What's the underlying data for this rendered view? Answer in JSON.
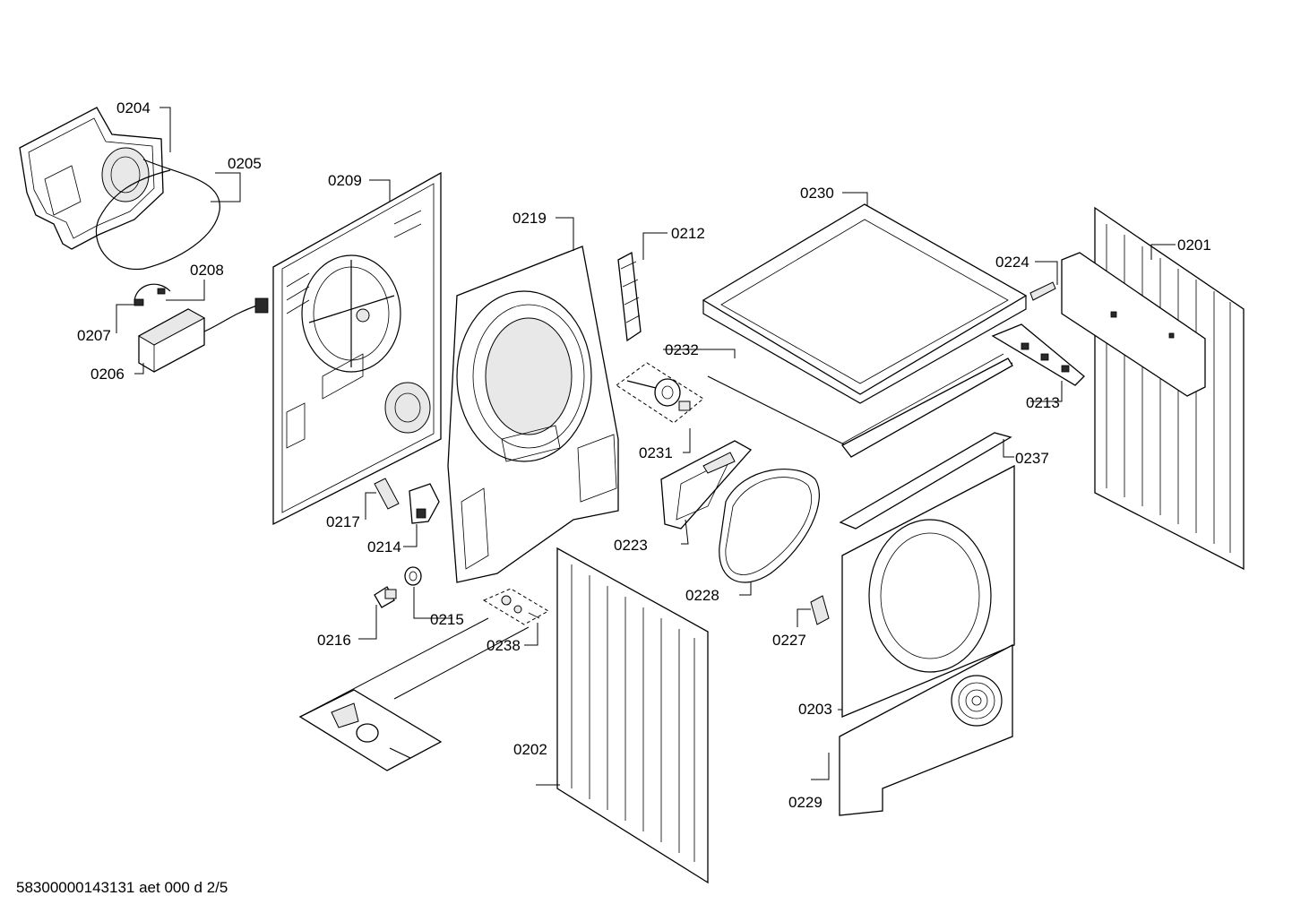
{
  "diagram": {
    "part_labels": {
      "p0201": "0201",
      "p0202": "0202",
      "p0203": "0203",
      "p0204": "0204",
      "p0205": "0205",
      "p0206": "0206",
      "p0207": "0207",
      "p0208": "0208",
      "p0209": "0209",
      "p0212": "0212",
      "p0213": "0213",
      "p0214": "0214",
      "p0215": "0215",
      "p0216": "0216",
      "p0217": "0217",
      "p0219": "0219",
      "p0223": "0223",
      "p0224": "0224",
      "p0227": "0227",
      "p0228": "0228",
      "p0229": "0229",
      "p0230": "0230",
      "p0231": "0231",
      "p0232": "0232",
      "p0237": "0237",
      "p0238": "0238"
    },
    "footer_id": "58300000143131 aet 000 d 2/5"
  }
}
